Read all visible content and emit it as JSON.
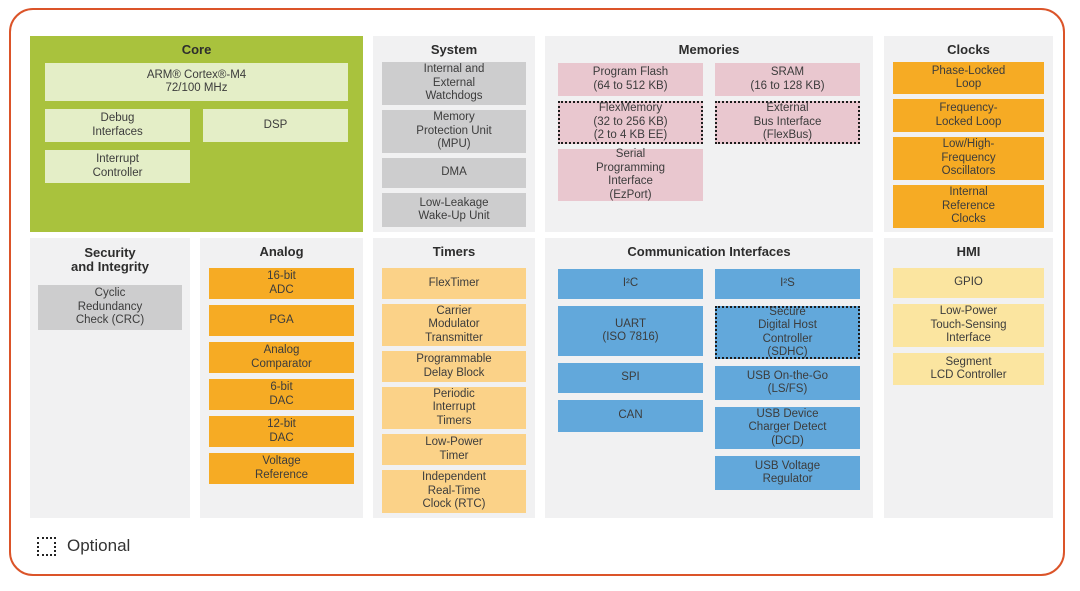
{
  "palette": {
    "frame_border": "#db5429",
    "section_bg": "#f1f1f2",
    "core_green": "#a9c23d",
    "core_block": "#e4eec7",
    "gray_block": "#cdcdce",
    "pink_block": "#e9c7cf",
    "orange_block": "#f6ab24",
    "light_orange_block": "#fbd288",
    "blue_block": "#62a8db",
    "yellow_block": "#fbe5a0"
  },
  "legend": {
    "label": "Optional",
    "swatch_icon": "dashed-box-icon"
  },
  "sections": {
    "core": {
      "title": "Core",
      "blocks": {
        "arm": "ARM® Cortex®-M4\n72/100 MHz",
        "debug": "Debug\nInterfaces",
        "dsp": "DSP",
        "interrupt": "Interrupt\nController"
      }
    },
    "system": {
      "title": "System",
      "blocks": [
        "Internal and\nExternal\nWatchdogs",
        "Memory\nProtection Unit\n(MPU)",
        "DMA",
        "Low-Leakage\nWake-Up Unit"
      ]
    },
    "memories": {
      "title": "Memories",
      "col1": [
        {
          "label": "Program Flash\n(64 to 512 KB)",
          "optional": false
        },
        {
          "label": "FlexMemory\n(32 to 256 KB)\n(2 to 4 KB EE)",
          "optional": true
        },
        {
          "label": "Serial\nProgramming\nInterface\n(EzPort)",
          "optional": false
        }
      ],
      "col2": [
        {
          "label": "SRAM\n(16 to 128 KB)",
          "optional": false
        },
        {
          "label": "External\nBus Interface\n(FlexBus)",
          "optional": true
        }
      ]
    },
    "clocks": {
      "title": "Clocks",
      "blocks": [
        "Phase-Locked\nLoop",
        "Frequency-\nLocked Loop",
        "Low/High-\nFrequency\nOscillators",
        "Internal\nReference\nClocks"
      ]
    },
    "security": {
      "title": "Security\nand Integrity",
      "blocks": [
        "Cyclic\nRedundancy\nCheck (CRC)"
      ]
    },
    "analog": {
      "title": "Analog",
      "blocks": [
        "16-bit\nADC",
        "PGA",
        "Analog\nComparator",
        "6-bit\nDAC",
        "12-bit\nDAC",
        "Voltage\nReference"
      ]
    },
    "timers": {
      "title": "Timers",
      "blocks": [
        "FlexTimer",
        "Carrier\nModulator\nTransmitter",
        "Programmable\nDelay Block",
        "Periodic\nInterrupt\nTimers",
        "Low-Power\nTimer",
        "Independent\nReal-Time\nClock (RTC)"
      ]
    },
    "comm": {
      "title": "Communication Interfaces",
      "col1": [
        {
          "label": "I²C",
          "optional": false
        },
        {
          "label": "UART\n(ISO 7816)",
          "optional": false
        },
        {
          "label": "SPI",
          "optional": false
        },
        {
          "label": "CAN",
          "optional": false
        }
      ],
      "col2": [
        {
          "label": "I²S",
          "optional": false
        },
        {
          "label": "Secure\nDigital Host\nController\n(SDHC)",
          "optional": true
        },
        {
          "label": "USB On-the-Go\n(LS/FS)",
          "optional": false
        },
        {
          "label": "USB Device\nCharger Detect\n(DCD)",
          "optional": false
        },
        {
          "label": "USB Voltage\nRegulator",
          "optional": false
        }
      ]
    },
    "hmi": {
      "title": "HMI",
      "blocks": [
        "GPIO",
        "Low-Power\nTouch-Sensing\nInterface",
        "Segment\nLCD Controller"
      ]
    }
  }
}
